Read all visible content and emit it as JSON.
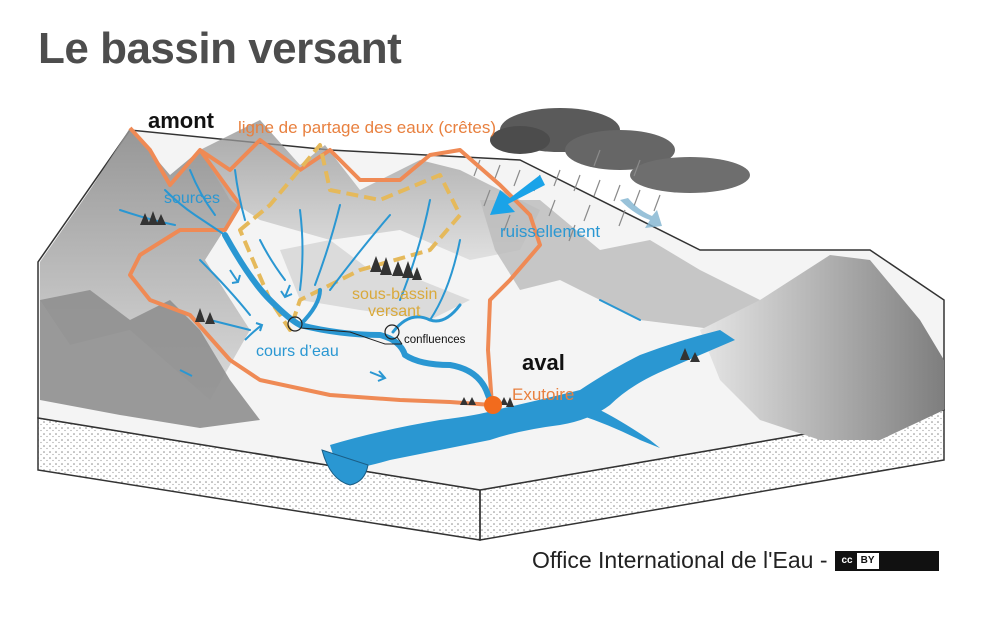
{
  "title": "Le bassin versant",
  "labels": {
    "amont": "amont",
    "aval": "aval",
    "ligne_partage": "ligne de partage des eaux (crêtes)",
    "sources": "sources",
    "ruissellement": "ruissellement",
    "sous_bassin_1": "sous-bassin",
    "sous_bassin_2": "versant",
    "confluences": "confluences",
    "cours_eau": "cours d’eau",
    "exutoire": "Exutoire"
  },
  "credit": {
    "text": "Office International de l'Eau -",
    "license_cc": "cc",
    "license_by": "BY"
  },
  "colors": {
    "river": "#2a97d2",
    "divide": "#ef8a55",
    "sub_basin": "#e5b95b",
    "title": "#4d4d4d",
    "mountain_shade": "#9a9a9a",
    "label_blue": "#2a97d2",
    "label_orange": "#e8803f",
    "label_gold": "#d9a93b"
  }
}
